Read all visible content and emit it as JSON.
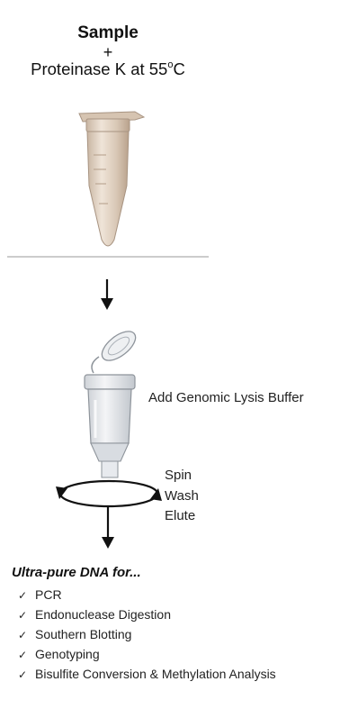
{
  "header": {
    "sample": "Sample",
    "plus": "+",
    "proteinase_prefix": "Proteinase K at 55",
    "proteinase_degree": "o",
    "proteinase_suffix": "C"
  },
  "steps": {
    "lysis": "Add Genomic Lysis Buffer",
    "spin": "Spin",
    "wash": "Wash",
    "elute": "Elute"
  },
  "uses": {
    "title": "Ultra-pure DNA for...",
    "check_glyph": "✓",
    "items": [
      "PCR",
      "Endonuclease Digestion",
      "Southern Blotting",
      "Genotyping",
      "Bisulfite Conversion & Methylation Analysis"
    ]
  },
  "colors": {
    "tube_amber": "#d8c8b8",
    "tube_edge": "#a89482",
    "column": "#e3e6ea",
    "column_edge": "#9aa0a8",
    "arrow": "#111111"
  }
}
